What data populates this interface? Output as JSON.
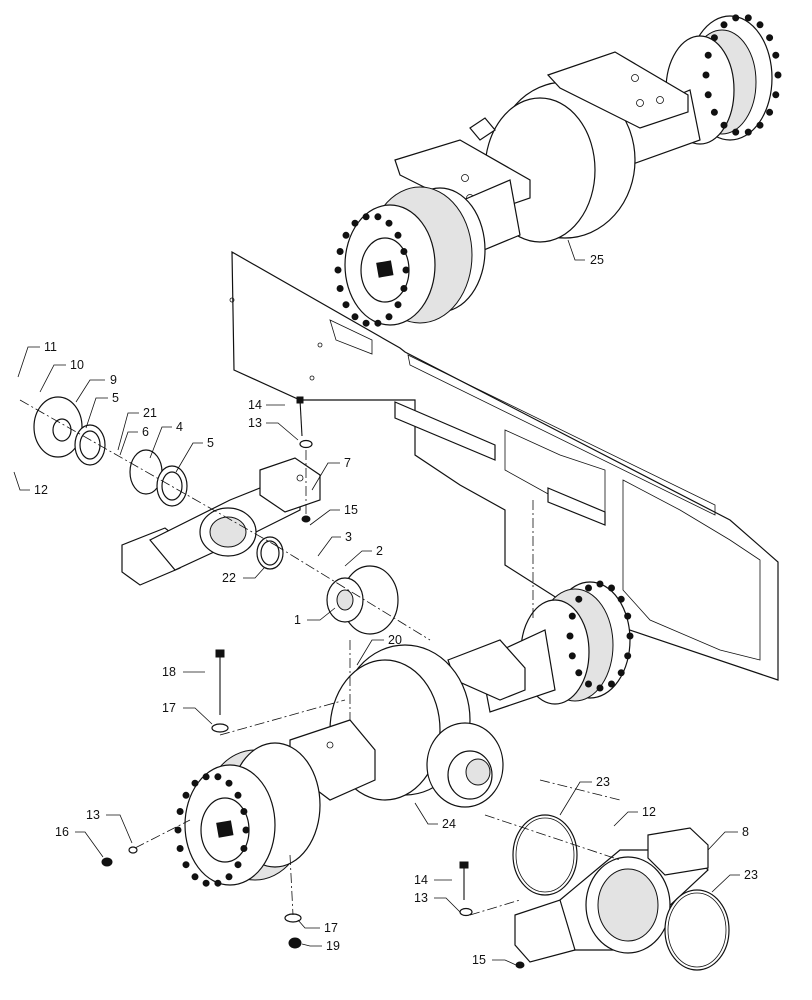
{
  "diagram": {
    "callouts": [
      {
        "id": "c11",
        "text": "11"
      },
      {
        "id": "c10",
        "text": "10"
      },
      {
        "id": "c9",
        "text": "9"
      },
      {
        "id": "c5a",
        "text": "5"
      },
      {
        "id": "c21",
        "text": "21"
      },
      {
        "id": "c6",
        "text": "6"
      },
      {
        "id": "c4",
        "text": "4"
      },
      {
        "id": "c5b",
        "text": "5"
      },
      {
        "id": "c12a",
        "text": "12"
      },
      {
        "id": "c14a",
        "text": "14"
      },
      {
        "id": "c13a",
        "text": "13"
      },
      {
        "id": "c7",
        "text": "7"
      },
      {
        "id": "c15a",
        "text": "15"
      },
      {
        "id": "c3",
        "text": "3"
      },
      {
        "id": "c2",
        "text": "2"
      },
      {
        "id": "c22",
        "text": "22"
      },
      {
        "id": "c1",
        "text": "1"
      },
      {
        "id": "c25",
        "text": "25"
      },
      {
        "id": "c20",
        "text": "20"
      },
      {
        "id": "c18",
        "text": "18"
      },
      {
        "id": "c17a",
        "text": "17"
      },
      {
        "id": "c24",
        "text": "24"
      },
      {
        "id": "c13b",
        "text": "13"
      },
      {
        "id": "c16",
        "text": "16"
      },
      {
        "id": "c23a",
        "text": "23"
      },
      {
        "id": "c12b",
        "text": "12"
      },
      {
        "id": "c8",
        "text": "8"
      },
      {
        "id": "c23b",
        "text": "23"
      },
      {
        "id": "c14b",
        "text": "14"
      },
      {
        "id": "c13c",
        "text": "13"
      },
      {
        "id": "c17b",
        "text": "17"
      },
      {
        "id": "c19",
        "text": "19"
      },
      {
        "id": "c15b",
        "text": "15"
      }
    ]
  }
}
